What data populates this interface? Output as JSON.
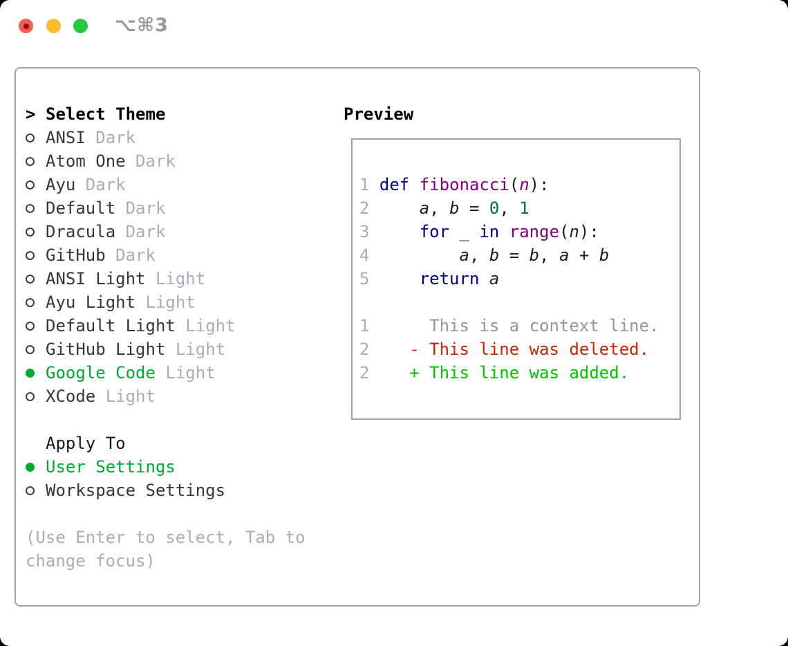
{
  "window": {
    "title": "⌥⌘3"
  },
  "traffic_lights": {
    "close_color": "#f65c53",
    "minimize_color": "#fdbc2f",
    "zoom_color": "#28c840"
  },
  "theme_picker": {
    "cursor": ">",
    "title": "Select Theme",
    "items": [
      {
        "name": "ANSI",
        "variant": "Dark",
        "selected": false
      },
      {
        "name": "Atom One",
        "variant": "Dark",
        "selected": false
      },
      {
        "name": "Ayu",
        "variant": "Dark",
        "selected": false
      },
      {
        "name": "Default",
        "variant": "Dark",
        "selected": false
      },
      {
        "name": "Dracula",
        "variant": "Dark",
        "selected": false
      },
      {
        "name": "GitHub",
        "variant": "Dark",
        "selected": false
      },
      {
        "name": "ANSI Light",
        "variant": "Light",
        "selected": false
      },
      {
        "name": "Ayu Light",
        "variant": "Light",
        "selected": false
      },
      {
        "name": "Default Light",
        "variant": "Light",
        "selected": false
      },
      {
        "name": "GitHub Light",
        "variant": "Light",
        "selected": false
      },
      {
        "name": "Google Code",
        "variant": "Light",
        "selected": true
      },
      {
        "name": "XCode",
        "variant": "Light",
        "selected": false
      }
    ]
  },
  "apply_to": {
    "title": "Apply To",
    "options": [
      {
        "label": "User Settings",
        "selected": true
      },
      {
        "label": "Workspace Settings",
        "selected": false
      }
    ]
  },
  "help": {
    "line1": "(Use Enter to select, Tab to",
    "line2": "change focus)"
  },
  "preview": {
    "title": "Preview",
    "code_lines": [
      {
        "num": "1",
        "tokens": [
          [
            "kw",
            "def"
          ],
          [
            "pln",
            " "
          ],
          [
            "fn",
            "fibonacci"
          ],
          [
            "pln",
            "("
          ],
          [
            "arg",
            "n"
          ],
          [
            "pln",
            "):"
          ]
        ]
      },
      {
        "num": "2",
        "tokens": [
          [
            "pln",
            "    "
          ],
          [
            "var",
            "a"
          ],
          [
            "pln",
            ", "
          ],
          [
            "var",
            "b"
          ],
          [
            "pln",
            " = "
          ],
          [
            "lit",
            "0"
          ],
          [
            "pln",
            ", "
          ],
          [
            "lit",
            "1"
          ]
        ]
      },
      {
        "num": "3",
        "tokens": [
          [
            "pln",
            "    "
          ],
          [
            "kw",
            "for"
          ],
          [
            "pln",
            " "
          ],
          [
            "var",
            "_"
          ],
          [
            "pln",
            " "
          ],
          [
            "kw",
            "in"
          ],
          [
            "pln",
            " "
          ],
          [
            "fn",
            "range"
          ],
          [
            "pln",
            "("
          ],
          [
            "var",
            "n"
          ],
          [
            "pln",
            "):"
          ]
        ]
      },
      {
        "num": "4",
        "tokens": [
          [
            "pln",
            "        "
          ],
          [
            "var",
            "a"
          ],
          [
            "pln",
            ", "
          ],
          [
            "var",
            "b"
          ],
          [
            "pln",
            " = "
          ],
          [
            "var",
            "b"
          ],
          [
            "pln",
            ", "
          ],
          [
            "var",
            "a"
          ],
          [
            "pln",
            " + "
          ],
          [
            "var",
            "b"
          ]
        ]
      },
      {
        "num": "5",
        "tokens": [
          [
            "pln",
            "    "
          ],
          [
            "kw",
            "return"
          ],
          [
            "pln",
            " "
          ],
          [
            "var",
            "a"
          ]
        ]
      },
      {
        "num": "",
        "tokens": []
      },
      {
        "num": "1",
        "tokens": [
          [
            "ctx",
            "     This is a context line."
          ]
        ]
      },
      {
        "num": "2",
        "tokens": [
          [
            "del",
            "   - This line was deleted."
          ]
        ]
      },
      {
        "num": "2",
        "tokens": [
          [
            "add",
            "   + This line was added."
          ]
        ]
      }
    ]
  },
  "colors": {
    "selection_green": "#00a832",
    "diff_red": "#cc2200",
    "diff_green": "#00c300",
    "keyword_blue": "#000088",
    "function_purple": "#800080",
    "literal_teal": "#006666",
    "muted_gray": "#a6aeb8",
    "context_gray": "#8e969e",
    "text_dark": "#33373d",
    "panel_border": "#9ba3ab"
  }
}
